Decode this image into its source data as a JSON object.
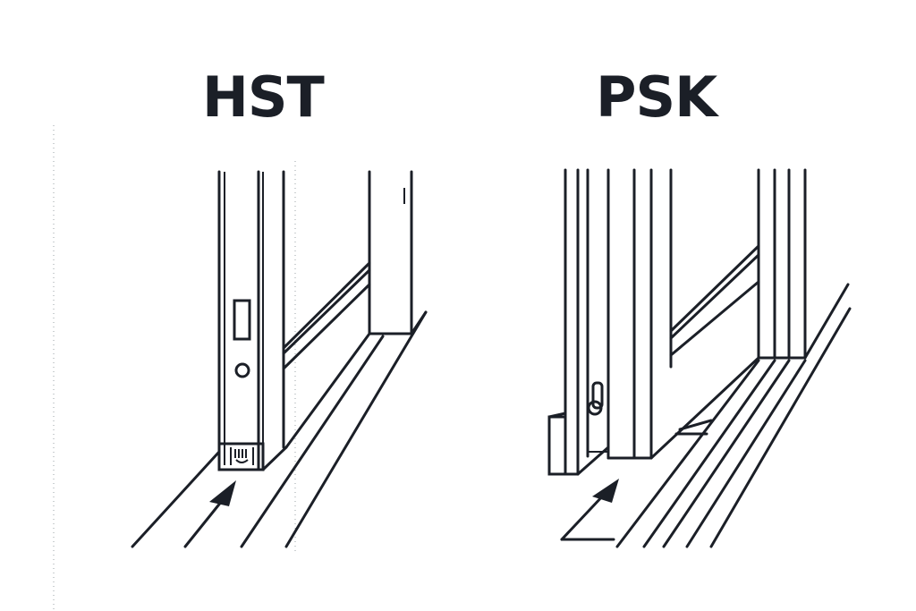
{
  "diagram": {
    "panels": [
      {
        "id": "hst",
        "label": "HST",
        "description": "Lift-and-slide door: sash on roller carriage running along floor track; arrow indicates sliding direction parallel to rails",
        "elements": [
          "sliding sash with handle recess",
          "round lock cylinder",
          "roller carriage at sash bottom",
          "fixed frame/glass pane",
          "floor rails",
          "direction arrow"
        ]
      },
      {
        "id": "psk",
        "label": "PSK",
        "description": "Parallel tilt-and-slide door: sash tilts out then slides parallel; angled arrow indicates pull-out then slide movement",
        "elements": [
          "sliding sash",
          "scissor/hinge fitting",
          "guide block at base",
          "fixed pane",
          "floor rails",
          "angled direction arrow"
        ]
      }
    ],
    "colors": {
      "ink": "#1b1f27",
      "background": "#ffffff"
    }
  }
}
